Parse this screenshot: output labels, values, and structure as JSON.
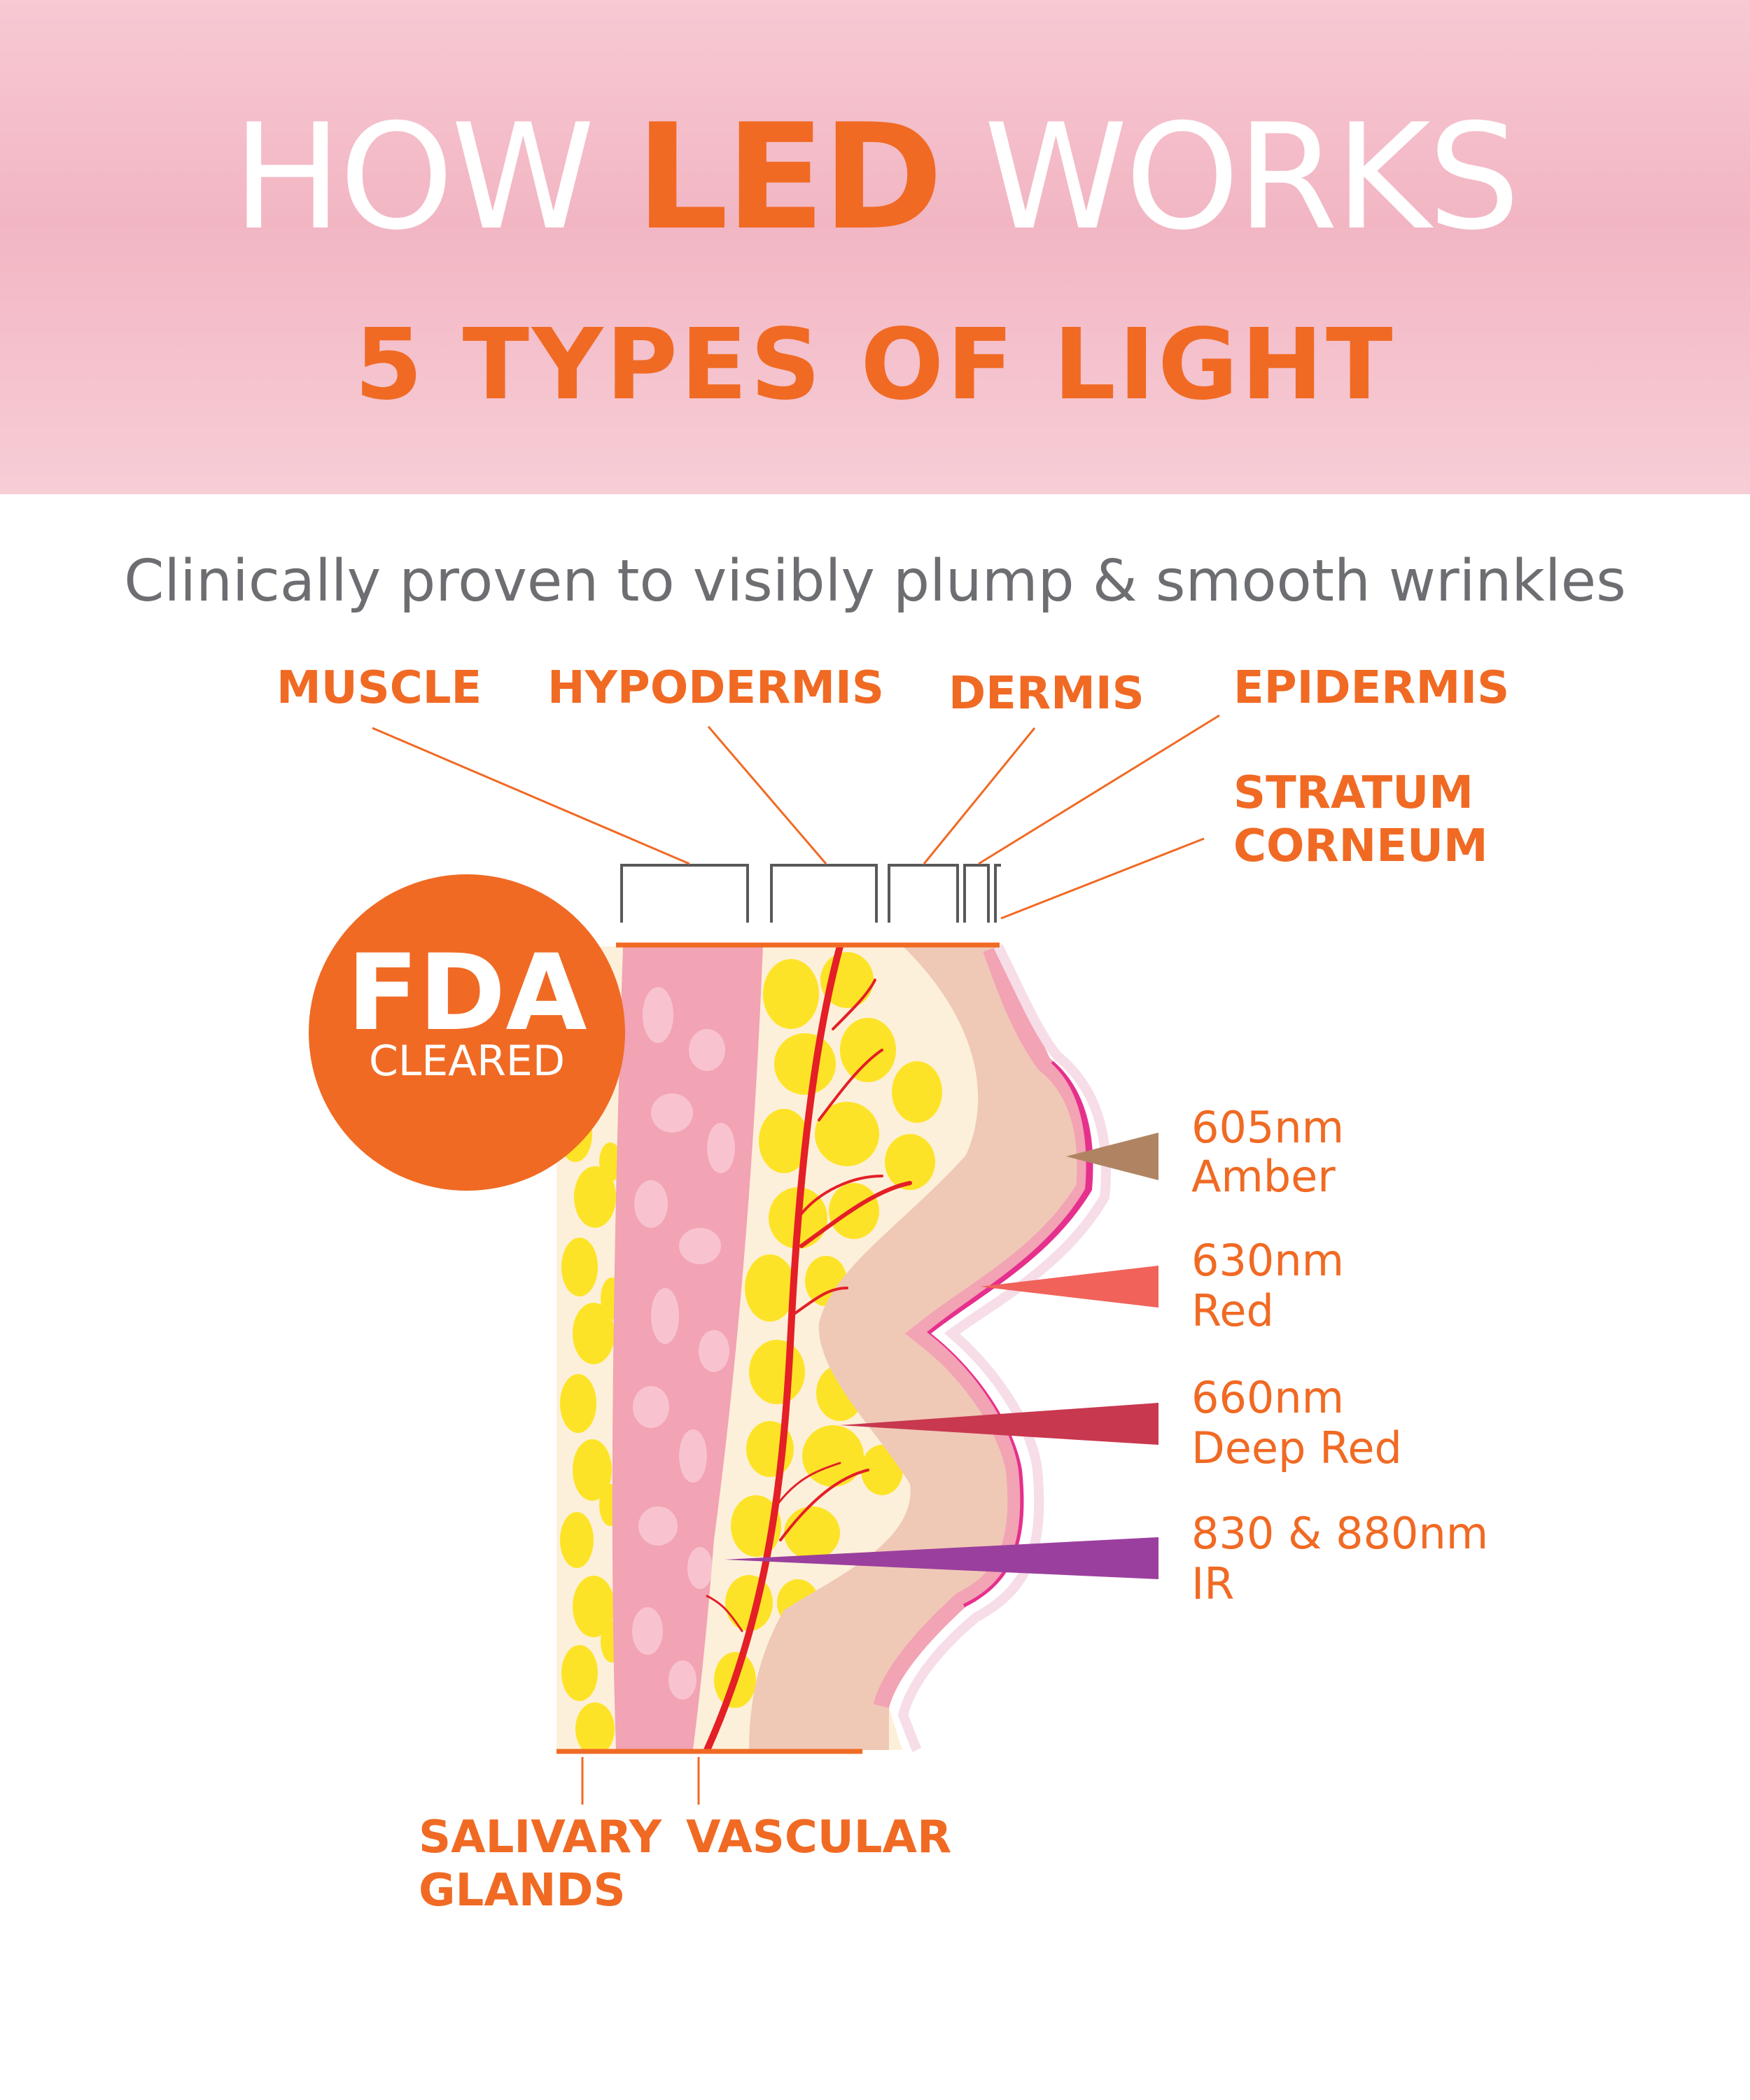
{
  "header": {
    "title_part1": "HOW ",
    "title_accent": "LED",
    "title_part2": " WORKS",
    "subtitle": "5 TYPES OF LIGHT"
  },
  "tagline": "Clinically proven to visibly plump & smooth wrinkles",
  "badge": {
    "main": "FDA",
    "sub": "CLEARED"
  },
  "layers_top": {
    "muscle": "MUSCLE",
    "hypodermis": "HYPODERMIS",
    "dermis": "DERMIS",
    "epidermis": "EPIDERMIS",
    "stratum_line1": "STRATUM",
    "stratum_line2": "CORNEUM"
  },
  "layers_bottom": {
    "salivary_line1": "SALIVARY",
    "salivary_line2": "GLANDS",
    "vascular": "VASCULAR"
  },
  "wavelengths": [
    {
      "nm": "605nm",
      "name": "Amber",
      "color": "#b08462"
    },
    {
      "nm": "630nm",
      "name": "Red",
      "color": "#f0625a"
    },
    {
      "nm": "660nm",
      "name": "Deep Red",
      "color": "#c8384f"
    },
    {
      "nm": "830 & 880nm",
      "name": "IR",
      "color": "#9b3f9e"
    }
  ],
  "colors": {
    "accent": "#f06a24",
    "banner_pink": "#f2b6c3",
    "fat_yellow": "#fde327",
    "muscle_pink": "#f2a3b4",
    "dermis_beige": "#efc9b6",
    "epidermis_magenta": "#e6308d",
    "vessel_red": "#e41f26"
  }
}
